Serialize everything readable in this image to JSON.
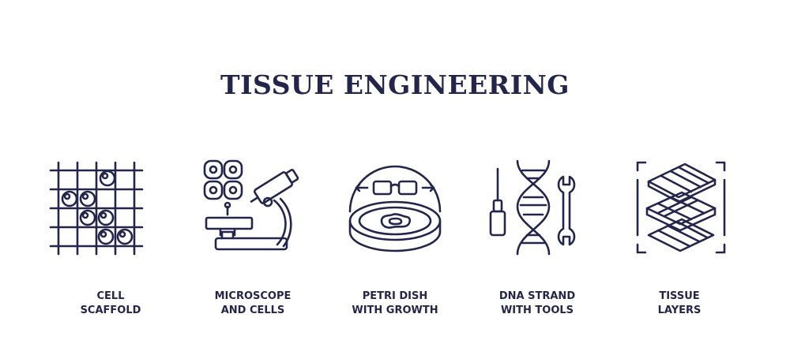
{
  "title": "TISSUE ENGINEERING",
  "items": [
    {
      "line1": "CELL",
      "line2": "SCAFFOLD",
      "icon": "cell-scaffold-icon"
    },
    {
      "line1": "MICROSCOPE",
      "line2": "AND CELLS",
      "icon": "microscope-cells-icon"
    },
    {
      "line1": "PETRI DISH",
      "line2": "WITH GROWTH",
      "icon": "petri-dish-icon"
    },
    {
      "line1": "DNA STRAND",
      "line2": "WITH TOOLS",
      "icon": "dna-tools-icon"
    },
    {
      "line1": "TISSUE",
      "line2": "LAYERS",
      "icon": "tissue-layers-icon"
    }
  ],
  "colors": {
    "ink": "#23264a",
    "background": "#ffffff"
  }
}
